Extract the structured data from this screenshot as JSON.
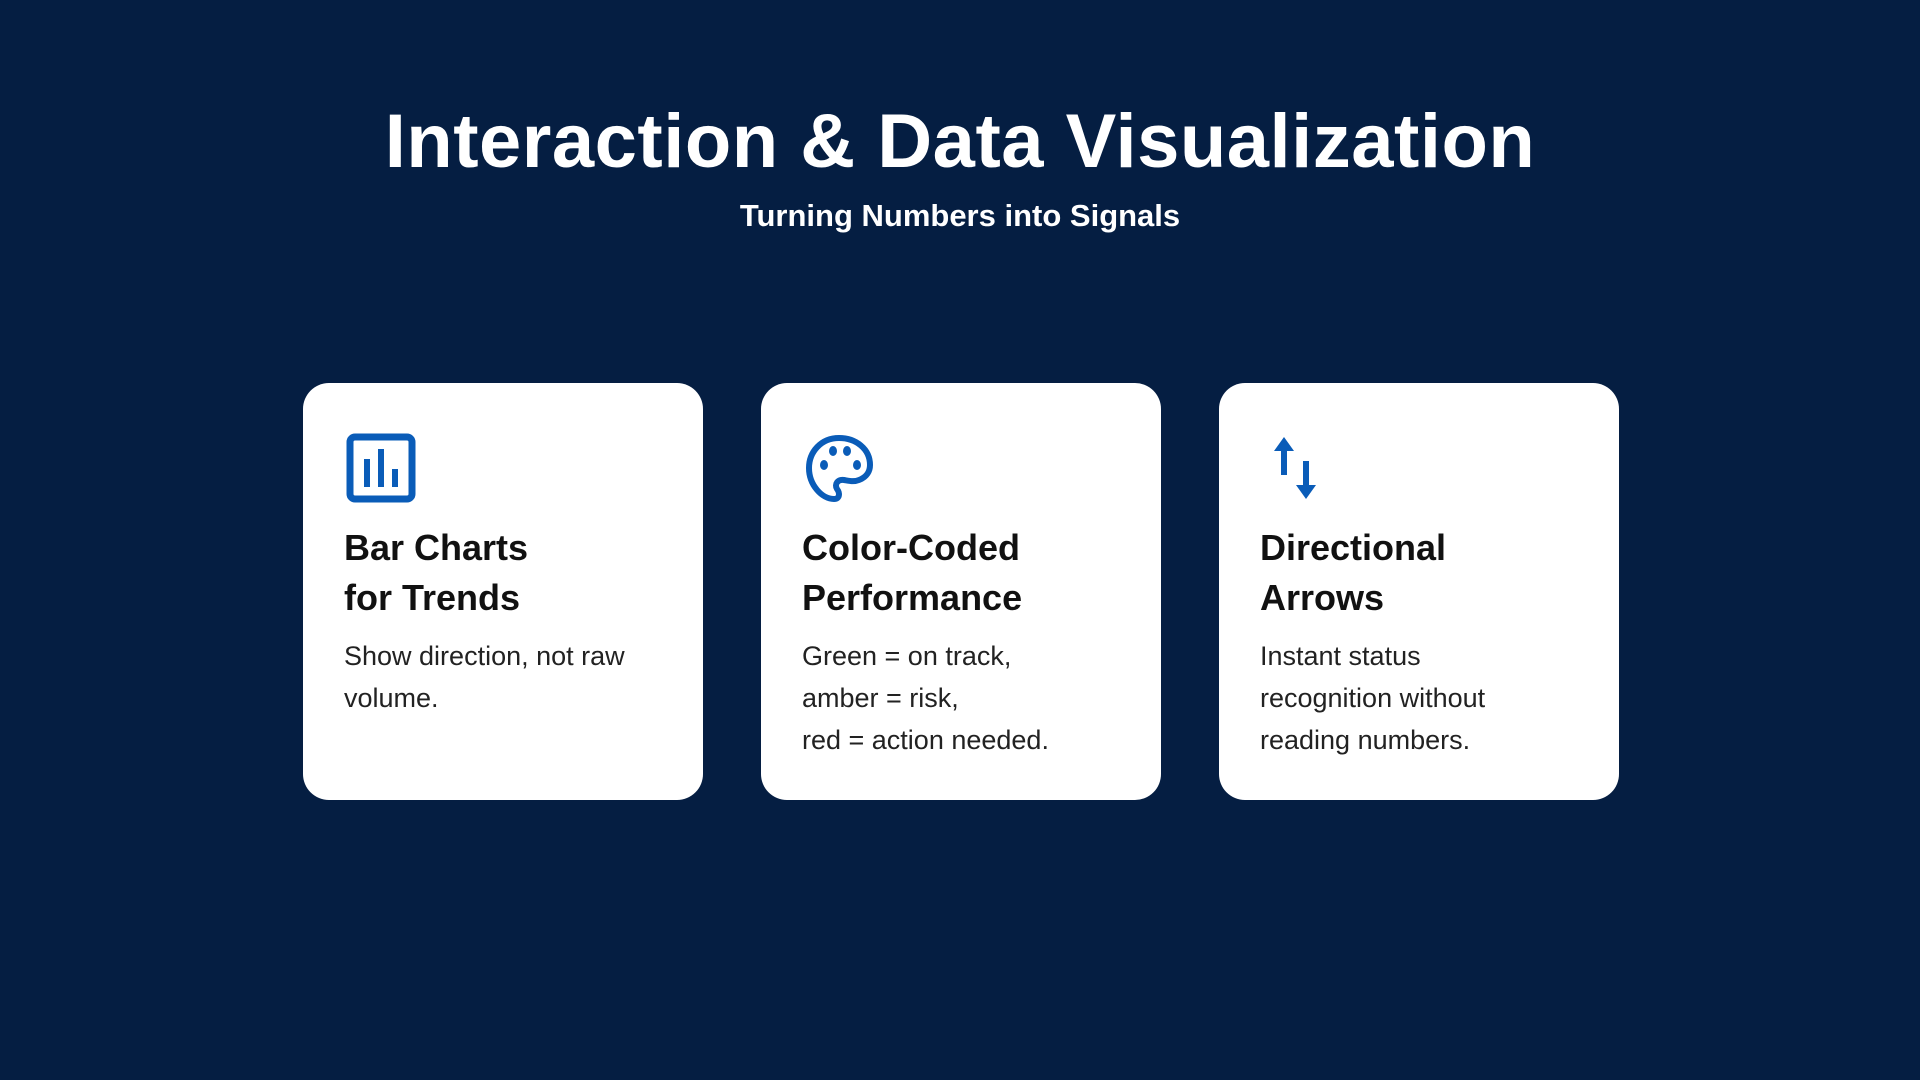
{
  "header": {
    "title": "Interaction & Data Visualization",
    "subtitle": "Turning Numbers into Signals"
  },
  "colors": {
    "background": "#051e42",
    "accent": "#0a5cb8",
    "card": "#ffffff"
  },
  "cards": [
    {
      "icon": "bar-chart-icon",
      "heading": "Bar Charts\nfor Trends",
      "body": "Show direction, not raw\nvolume."
    },
    {
      "icon": "palette-icon",
      "heading": "Color-Coded\nPerformance",
      "body": "Green = on track,\namber = risk,\nred = action needed."
    },
    {
      "icon": "up-down-arrows-icon",
      "heading": "Directional\nArrows",
      "body": "Instant status\nrecognition without\nreading numbers."
    }
  ]
}
